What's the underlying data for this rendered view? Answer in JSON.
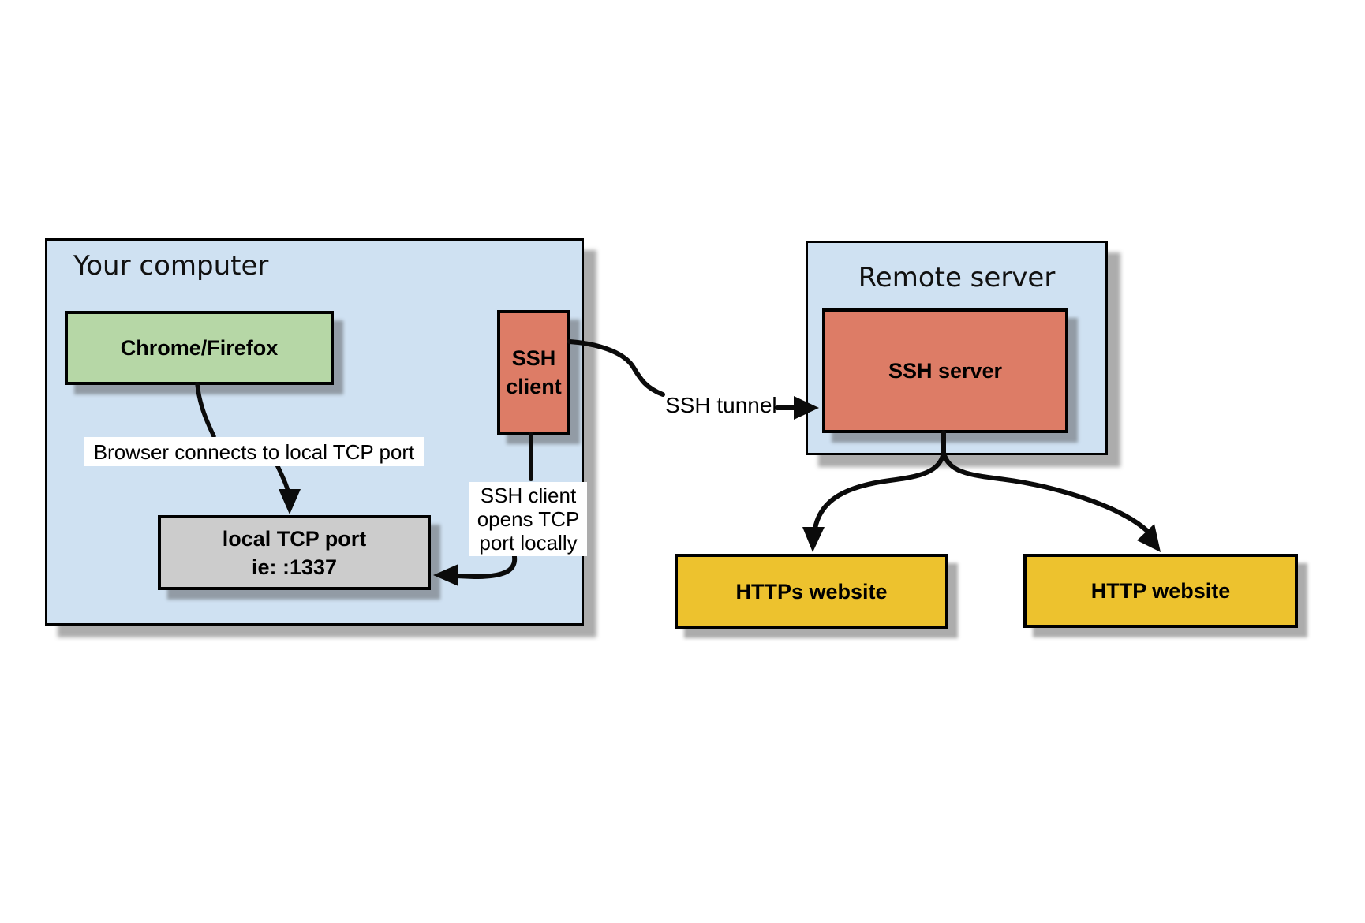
{
  "colors": {
    "container_fill": "#cfe1f2",
    "green_fill": "#b6d7a6",
    "gray_fill": "#cccccc",
    "red_fill": "#dd7c66",
    "yellow_fill": "#edc22e",
    "note_bg": "#ffffff",
    "border": "#000000"
  },
  "your_computer": {
    "title": "Your computer",
    "browser_box_label": "Chrome/Firefox",
    "browser_note": "Browser connects to local TCP port",
    "tcp_box_line1": "local TCP port",
    "tcp_box_line2": "ie: :1337",
    "ssh_client_line1": "SSH",
    "ssh_client_line2": "client",
    "ssh_note_line1": "SSH client",
    "ssh_note_line2": "opens TCP",
    "ssh_note_line3": "port locally"
  },
  "tunnel": {
    "label": "SSH tunnel"
  },
  "remote_server": {
    "title": "Remote server",
    "ssh_server_label": "SSH server"
  },
  "websites": {
    "https_label": "HTTPs website",
    "http_label": "HTTP website"
  }
}
